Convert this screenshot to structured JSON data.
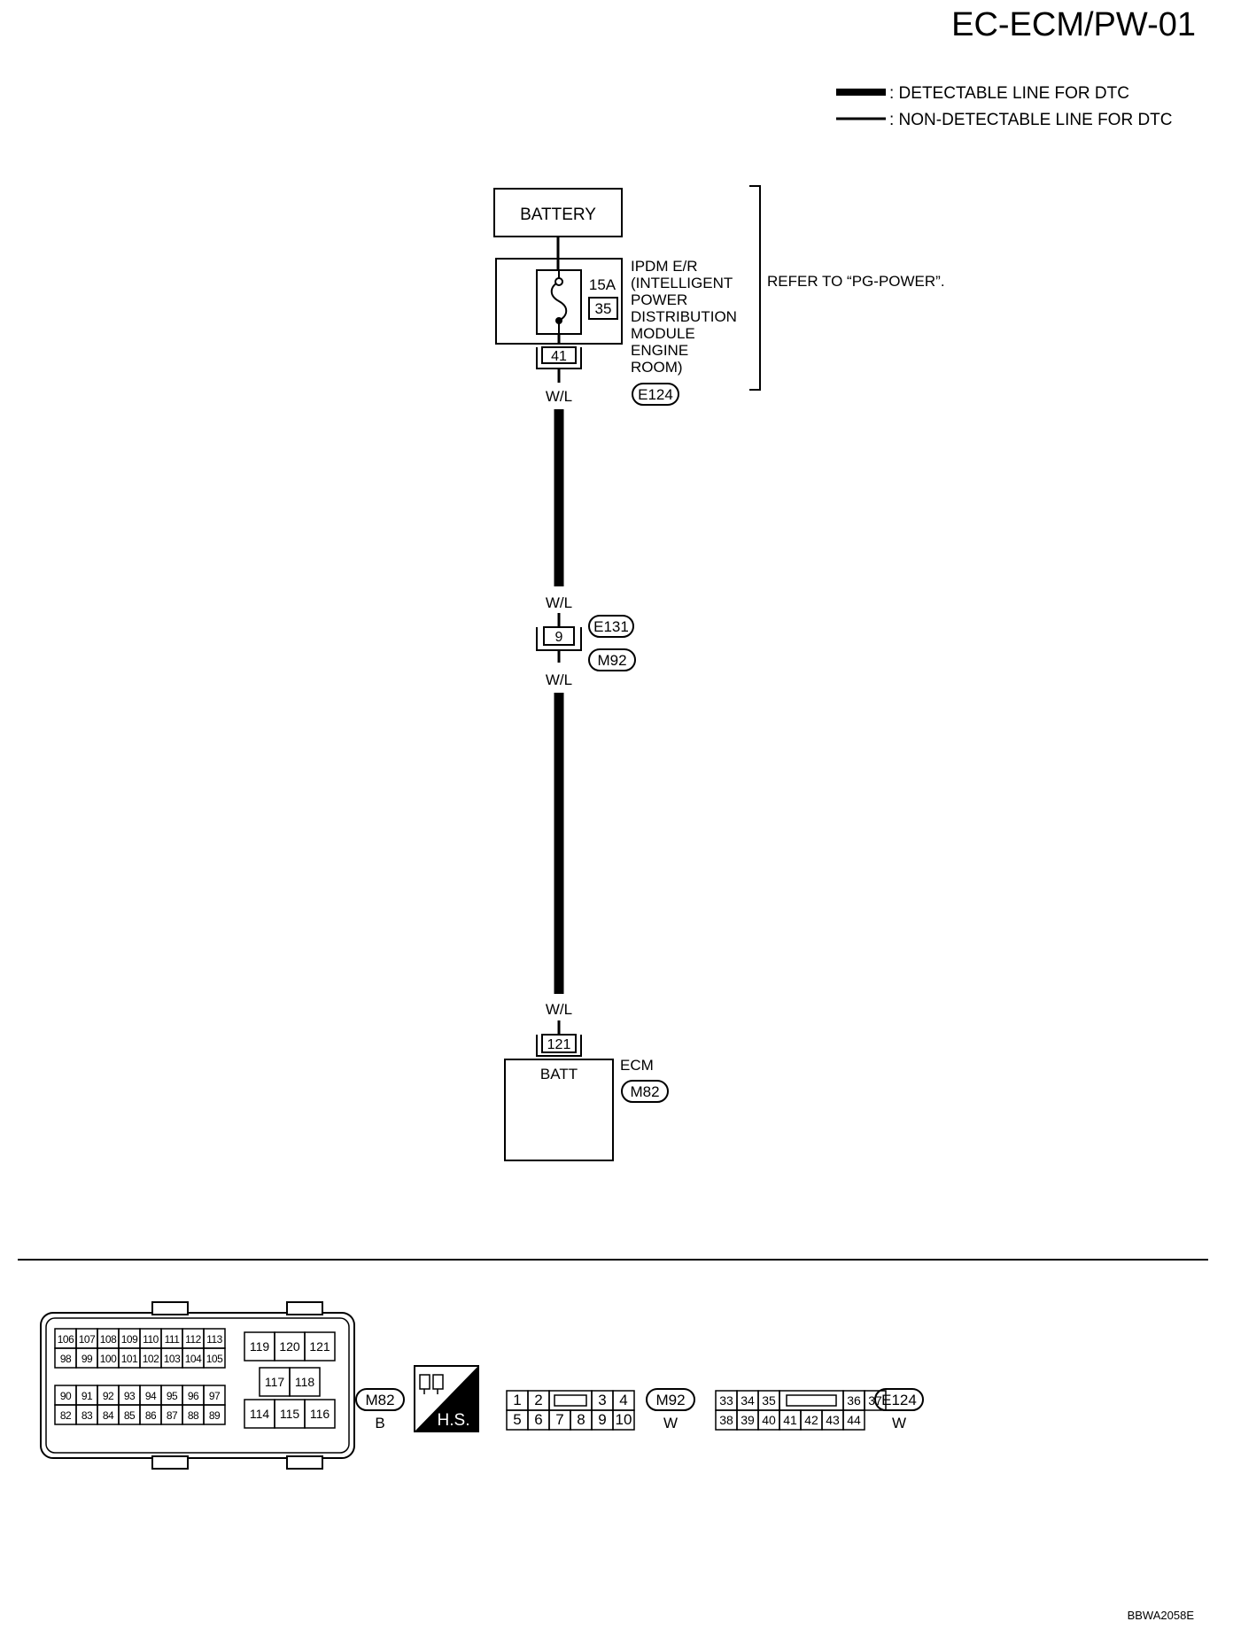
{
  "page_id": "EC-ECM/PW-01",
  "legend": {
    "detectable": ": DETECTABLE LINE FOR DTC",
    "non_detectable": ": NON-DETECTABLE LINE FOR DTC"
  },
  "battery": "BATTERY",
  "ipdm": {
    "fuse_rating": "15A",
    "fuse_no": "35",
    "terminal": "41",
    "name_lines": [
      "IPDM E/R",
      "(INTELLIGENT",
      "POWER",
      "DISTRIBUTION",
      "MODULE",
      "ENGINE",
      "ROOM)"
    ],
    "connector": "E124",
    "refer": "REFER TO “PG-POWER”."
  },
  "wire_color": "W/L",
  "joint": {
    "pin": "9",
    "connector_top": "E131",
    "connector_bottom": "M92"
  },
  "ecm": {
    "pin": "121",
    "pin_name": "BATT",
    "name": "ECM",
    "connector": "M82"
  },
  "connectors": {
    "m82": {
      "id": "M82",
      "color": "B",
      "upper_rows": [
        [
          "106",
          "107",
          "108",
          "109",
          "110",
          "111",
          "112",
          "113"
        ],
        [
          "98",
          "99",
          "100",
          "101",
          "102",
          "103",
          "104",
          "105"
        ]
      ],
      "lower_rows": [
        [
          "90",
          "91",
          "92",
          "93",
          "94",
          "95",
          "96",
          "97"
        ],
        [
          "82",
          "83",
          "84",
          "85",
          "86",
          "87",
          "88",
          "89"
        ]
      ],
      "right_top": [
        "119",
        "120",
        "121"
      ],
      "right_mid": [
        "117",
        "118"
      ],
      "right_bot": [
        "114",
        "115",
        "116"
      ]
    },
    "hs": "H.S.",
    "m92": {
      "id": "M92",
      "color": "W",
      "top": [
        "1",
        "2",
        "3",
        "4"
      ],
      "bottom": [
        "5",
        "6",
        "7",
        "8",
        "9",
        "10"
      ]
    },
    "e124": {
      "id": "E124",
      "color": "W",
      "top": [
        "33",
        "34",
        "35",
        "36",
        "37"
      ],
      "bottom": [
        "38",
        "39",
        "40",
        "41",
        "42",
        "43",
        "44"
      ]
    }
  },
  "figure_code": "BBWA2058E"
}
